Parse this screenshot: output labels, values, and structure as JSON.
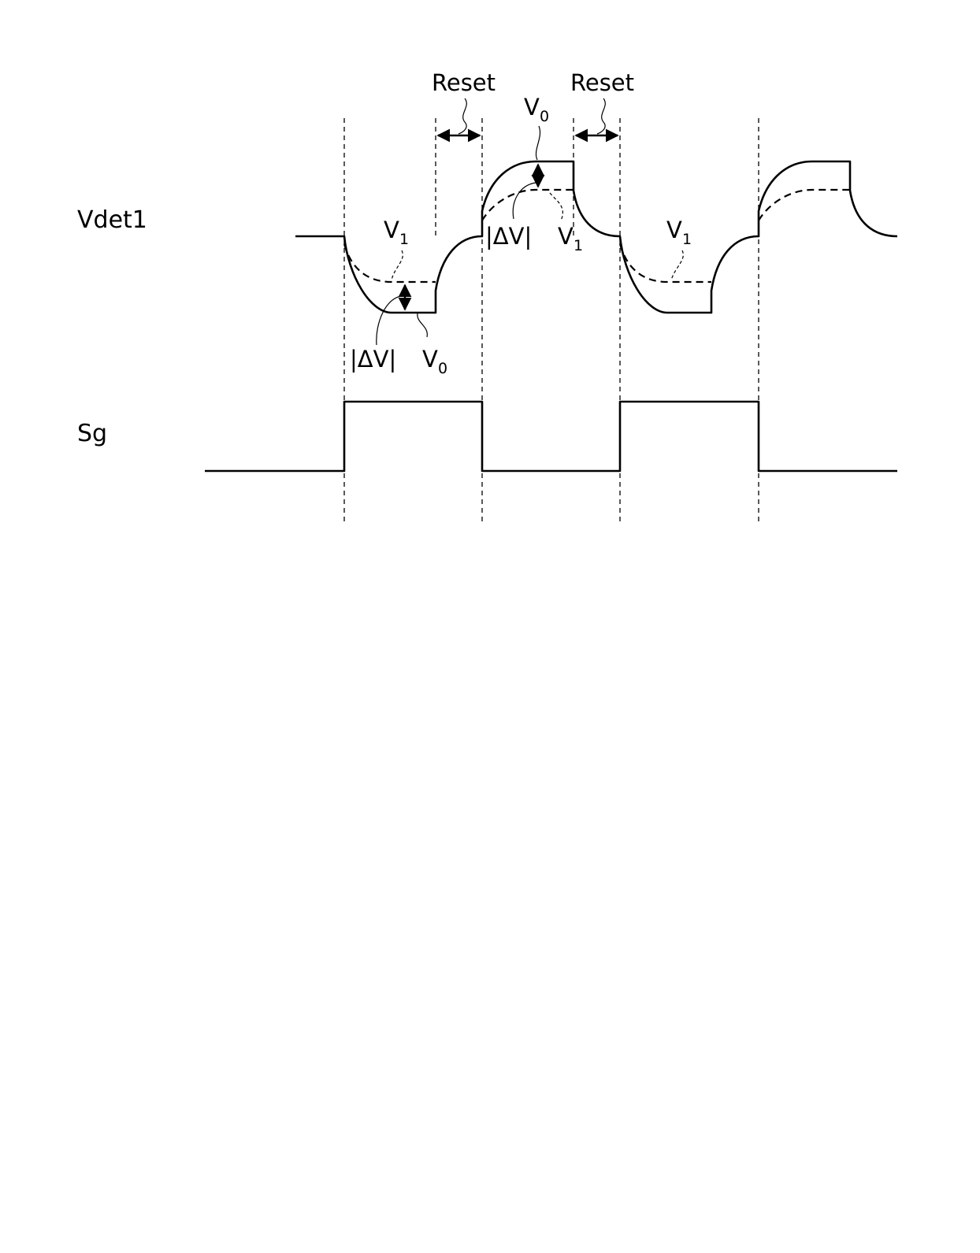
{
  "labels": {
    "signal_vdet1": "Vdet1",
    "signal_sg": "Sg",
    "reset": "Reset",
    "delta_v": "|ΔV|",
    "v_letter": "V",
    "sub_zero": "0",
    "sub_one": "1"
  }
}
